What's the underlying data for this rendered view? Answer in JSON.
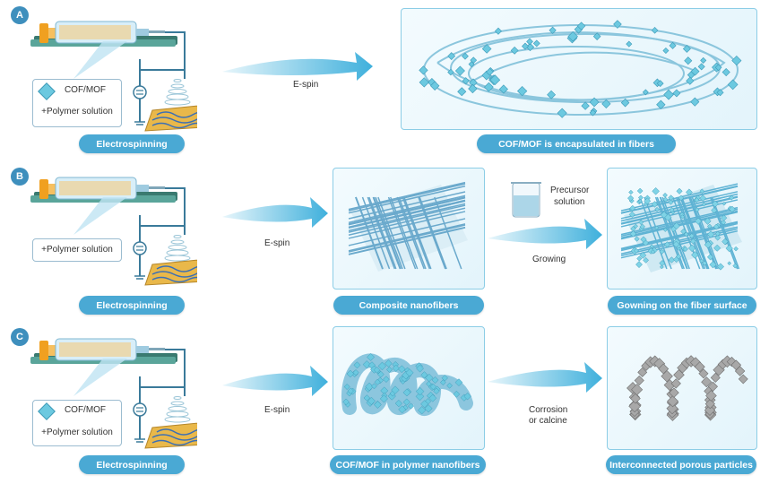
{
  "rows": [
    {
      "label": "A",
      "material_lines": [
        "COF/MOF",
        "+Polymer solution"
      ],
      "method_label": "Electrospinning",
      "arrow1_label": "E-spin",
      "result_label": "COF/MOF is encapsulated in fibers"
    },
    {
      "label": "B",
      "material_lines": [
        "+Polymer solution"
      ],
      "method_label": "Electrospinning",
      "arrow1_label": "E-spin",
      "middle_label": "Composite nanofibers",
      "precursor_label": "Precursor solution",
      "precursor_line1": "Precursor",
      "precursor_line2": "solution",
      "arrow2_label": "Growing",
      "result_label": "Gowning on the fiber surface"
    },
    {
      "label": "C",
      "material_lines": [
        "COF/MOF",
        "+Polymer solution"
      ],
      "method_label": "Electrospinning",
      "arrow1_label": "E-spin",
      "middle_label": "COF/MOF in polymer nanofibers",
      "arrow2_line1": "Corrosion",
      "arrow2_line2": "or calcine",
      "result_label": "Interconnected porous particles"
    }
  ],
  "colors": {
    "accent": "#4aa9d4",
    "panel_border": "#8ccde6",
    "crystal": "#6cc9e0",
    "particle": "#9a9a9a",
    "syringe_plunger": "#f0a020"
  },
  "icons": [
    "syringe-icon",
    "power-supply-icon",
    "ground-icon",
    "collector-mat-icon",
    "beaker-icon",
    "crystal-icon"
  ]
}
